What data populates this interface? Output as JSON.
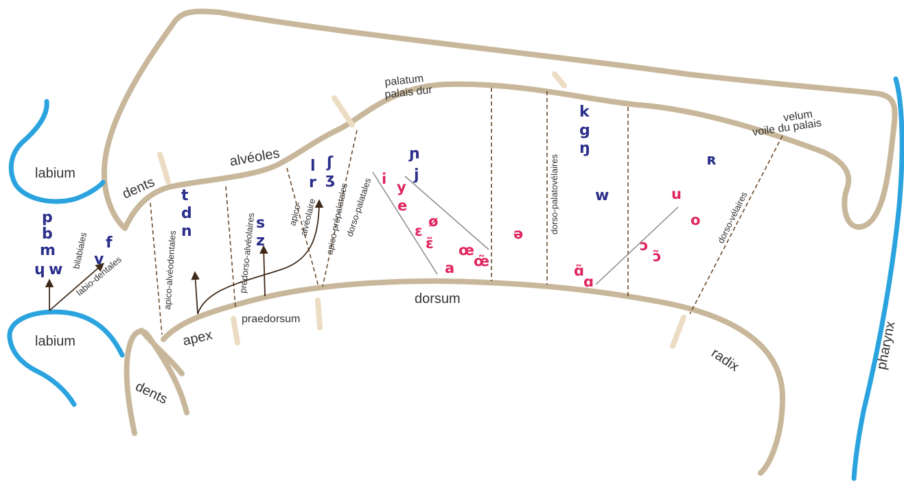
{
  "colors": {
    "anatomy": "#c8b79a",
    "anatomy_light": "#ecdcc3",
    "lips_pharynx": "#2aa3df",
    "consonant": "#2b2f8a",
    "vowel": "#e0245e",
    "divider": "#6b4a2b",
    "label": "#333333"
  },
  "organs": {
    "labium_upper": "labium",
    "labium_lower": "labium",
    "dents_upper": "dents",
    "dents_lower": "dents",
    "alveoles": "alvéoles",
    "palatum": "palatum",
    "palais_dur": "palais dur",
    "velum": "velum",
    "voile": "voile du palais",
    "apex": "apex",
    "praedorsum": "praedorsum",
    "dorsum": "dorsum",
    "radix": "radix",
    "pharynx": "pharynx"
  },
  "places": {
    "bilabiales": "bilabiales",
    "labio_dentales": "labio-dentales",
    "apico_alveodentales": "apico-alvéodentales",
    "predorso_alveolaires": "prédorso-alvéolaires",
    "apico": "apico-",
    "alveolaire": "alvéolaire",
    "apico_prepalatales": "apico-prépalatales",
    "dorso_palatales": "dorso-palatales",
    "dorso_palatovelaires": "dorso-palatovélaires",
    "dorso_velaires": "dorso-vélaires"
  },
  "consonants": {
    "p": "p",
    "b": "b",
    "m": "m",
    "turned_h": "ɥ",
    "w_lab": "w",
    "v": "v",
    "f": "f",
    "t": "t",
    "d": "d",
    "n": "n",
    "s": "s",
    "z": "z",
    "l": "l",
    "r": "r",
    "esh": "ʃ",
    "ezh": "ʒ",
    "palatal_n": "ɲ",
    "j": "j",
    "k": "k",
    "g": "g",
    "eng": "ŋ",
    "w_vel": "w",
    "uvular_r": "ʀ"
  },
  "vowels": {
    "i": "i",
    "y": "y",
    "e": "e",
    "o_slash": "ø",
    "epsilon": "ɛ",
    "epsilon_nasal": "ɛ̃",
    "oe": "œ",
    "oe_nasal": "œ̃",
    "a": "a",
    "schwa": "ə",
    "u": "u",
    "o": "o",
    "open_o": "ɔ",
    "open_o_nasal": "ɔ̃",
    "a_nasal": "ɑ̃",
    "script_a": "ɑ"
  }
}
